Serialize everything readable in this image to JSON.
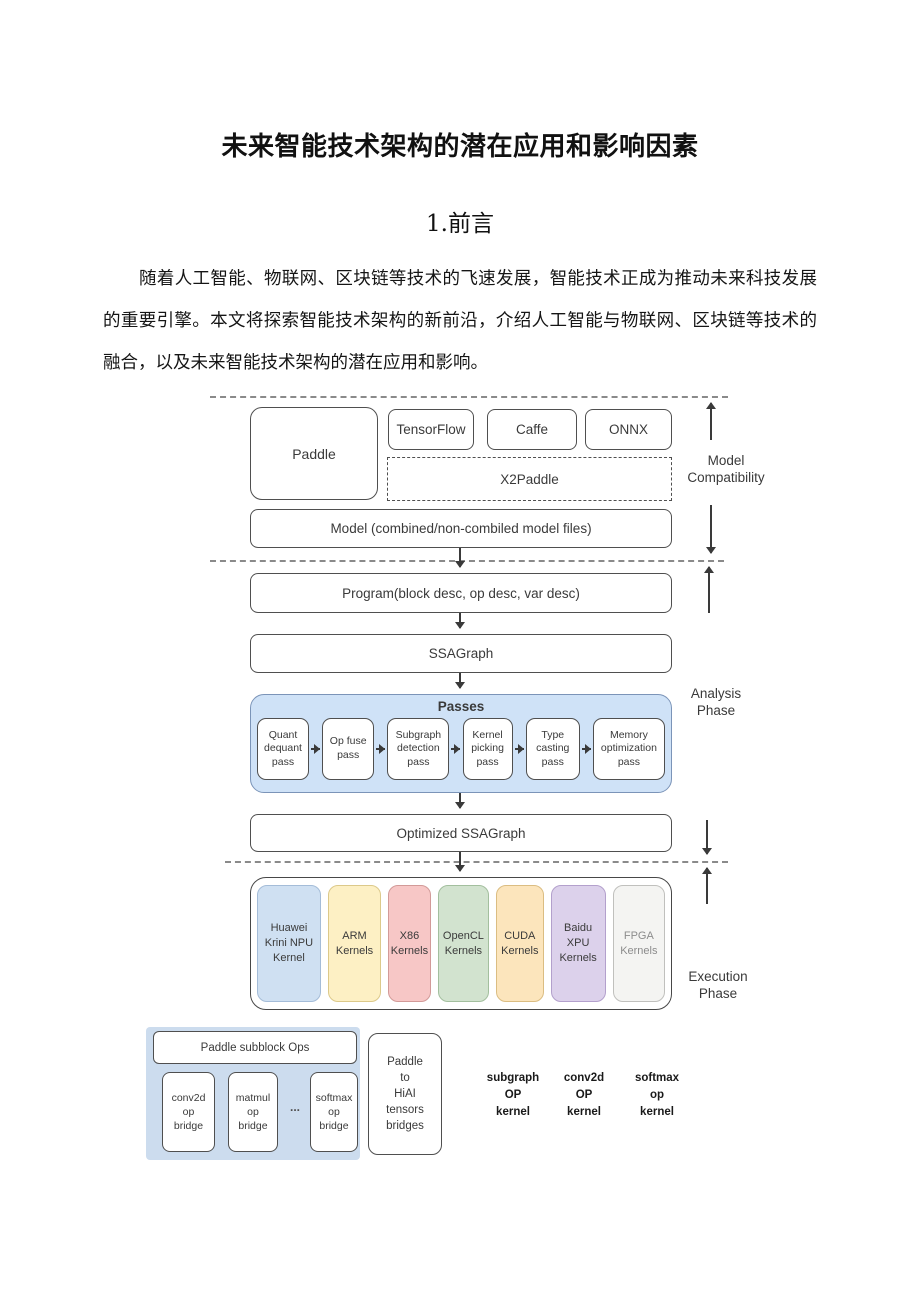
{
  "document": {
    "title": "未来智能技术架构的潜在应用和影响因素",
    "section_heading": "1.前言",
    "paragraph": "随着人工智能、物联网、区块链等技术的飞速发展，智能技术正成为推动未来科技发展的重要引擎。本文将探索智能技术架构的新前沿，介绍人工智能与物联网、区块链等技术的融合，以及未来智能技术架构的潜在应用和影响。"
  },
  "diagram": {
    "paddle_label": "Paddle",
    "framework_labels": [
      "TensorFlow",
      "Caffe",
      "ONNX"
    ],
    "x2paddle_label": "X2Paddle",
    "model_label": "Model (combined/non-combiled model files)",
    "program_label": "Program(block desc, op desc, var desc)",
    "ssagraph_label": "SSAGraph",
    "optimized_label": "Optimized SSAGraph",
    "passes": {
      "title": "Passes",
      "items": [
        "Quant\ndequant\npass",
        "Op fuse\npass",
        "Subgraph\ndetection\npass",
        "Kernel\npicking\npass",
        "Type\ncasting\npass",
        "Memory\noptimization\npass"
      ]
    },
    "kernels": [
      {
        "label": "Huawei\nKrini NPU\nKernel",
        "fill": "#cfe0f2",
        "border": "#a4bcd8"
      },
      {
        "label": "ARM\nKernels",
        "fill": "#fdf0c4",
        "border": "#dcc98a"
      },
      {
        "label": "X86\nKernels",
        "fill": "#f7c7c6",
        "border": "#d29a98"
      },
      {
        "label": "OpenCL\nKernels",
        "fill": "#d2e3cf",
        "border": "#a3bf9e"
      },
      {
        "label": "CUDA\nKernels",
        "fill": "#fce5bc",
        "border": "#dbbd82"
      },
      {
        "label": "Baidu XPU\nKernels",
        "fill": "#dcd1eb",
        "border": "#b3a0cc"
      },
      {
        "label": "FPGA\nKernels",
        "fill": "#f4f4f2",
        "border": "#c0c0bd"
      }
    ],
    "side_labels": {
      "model_compatibility": "Model\nCompatibility",
      "analysis_phase": "Analysis\nPhase",
      "execution_phase": "Execution\nPhase"
    },
    "bridges": {
      "subblock_label": "Paddle subblock Ops",
      "items": [
        "conv2d\nop\nbridge",
        "matmul\nop\nbridge",
        "softmax\nop\nbridge"
      ],
      "ellipsis": "...",
      "hiai_label": "Paddle\nto\nHiAI\ntensors\nbridges"
    },
    "kernel_captions": [
      "subgraph\nOP\nkernel",
      "conv2d\nOP\nkernel",
      "softmax\nop\nkernel"
    ]
  }
}
